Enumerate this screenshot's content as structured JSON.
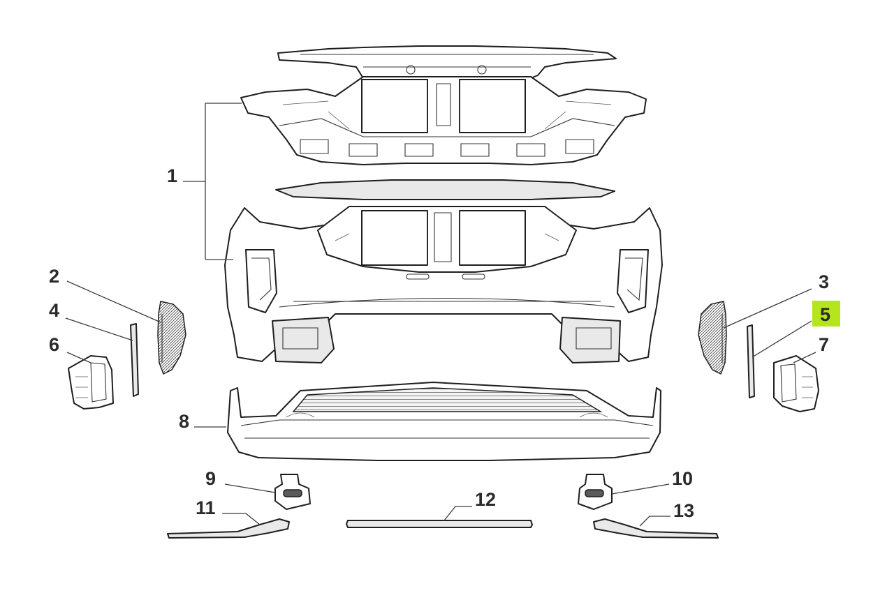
{
  "diagram": {
    "highlight_color": "#b5e61d",
    "highlighted_callout": "5",
    "callouts": [
      {
        "id": "1",
        "label": "1"
      },
      {
        "id": "2",
        "label": "2"
      },
      {
        "id": "3",
        "label": "3"
      },
      {
        "id": "4",
        "label": "4"
      },
      {
        "id": "5",
        "label": "5"
      },
      {
        "id": "6",
        "label": "6"
      },
      {
        "id": "7",
        "label": "7"
      },
      {
        "id": "8",
        "label": "8"
      },
      {
        "id": "9",
        "label": "9"
      },
      {
        "id": "10",
        "label": "10"
      },
      {
        "id": "11",
        "label": "11"
      },
      {
        "id": "12",
        "label": "12"
      },
      {
        "id": "13",
        "label": "13"
      }
    ]
  }
}
